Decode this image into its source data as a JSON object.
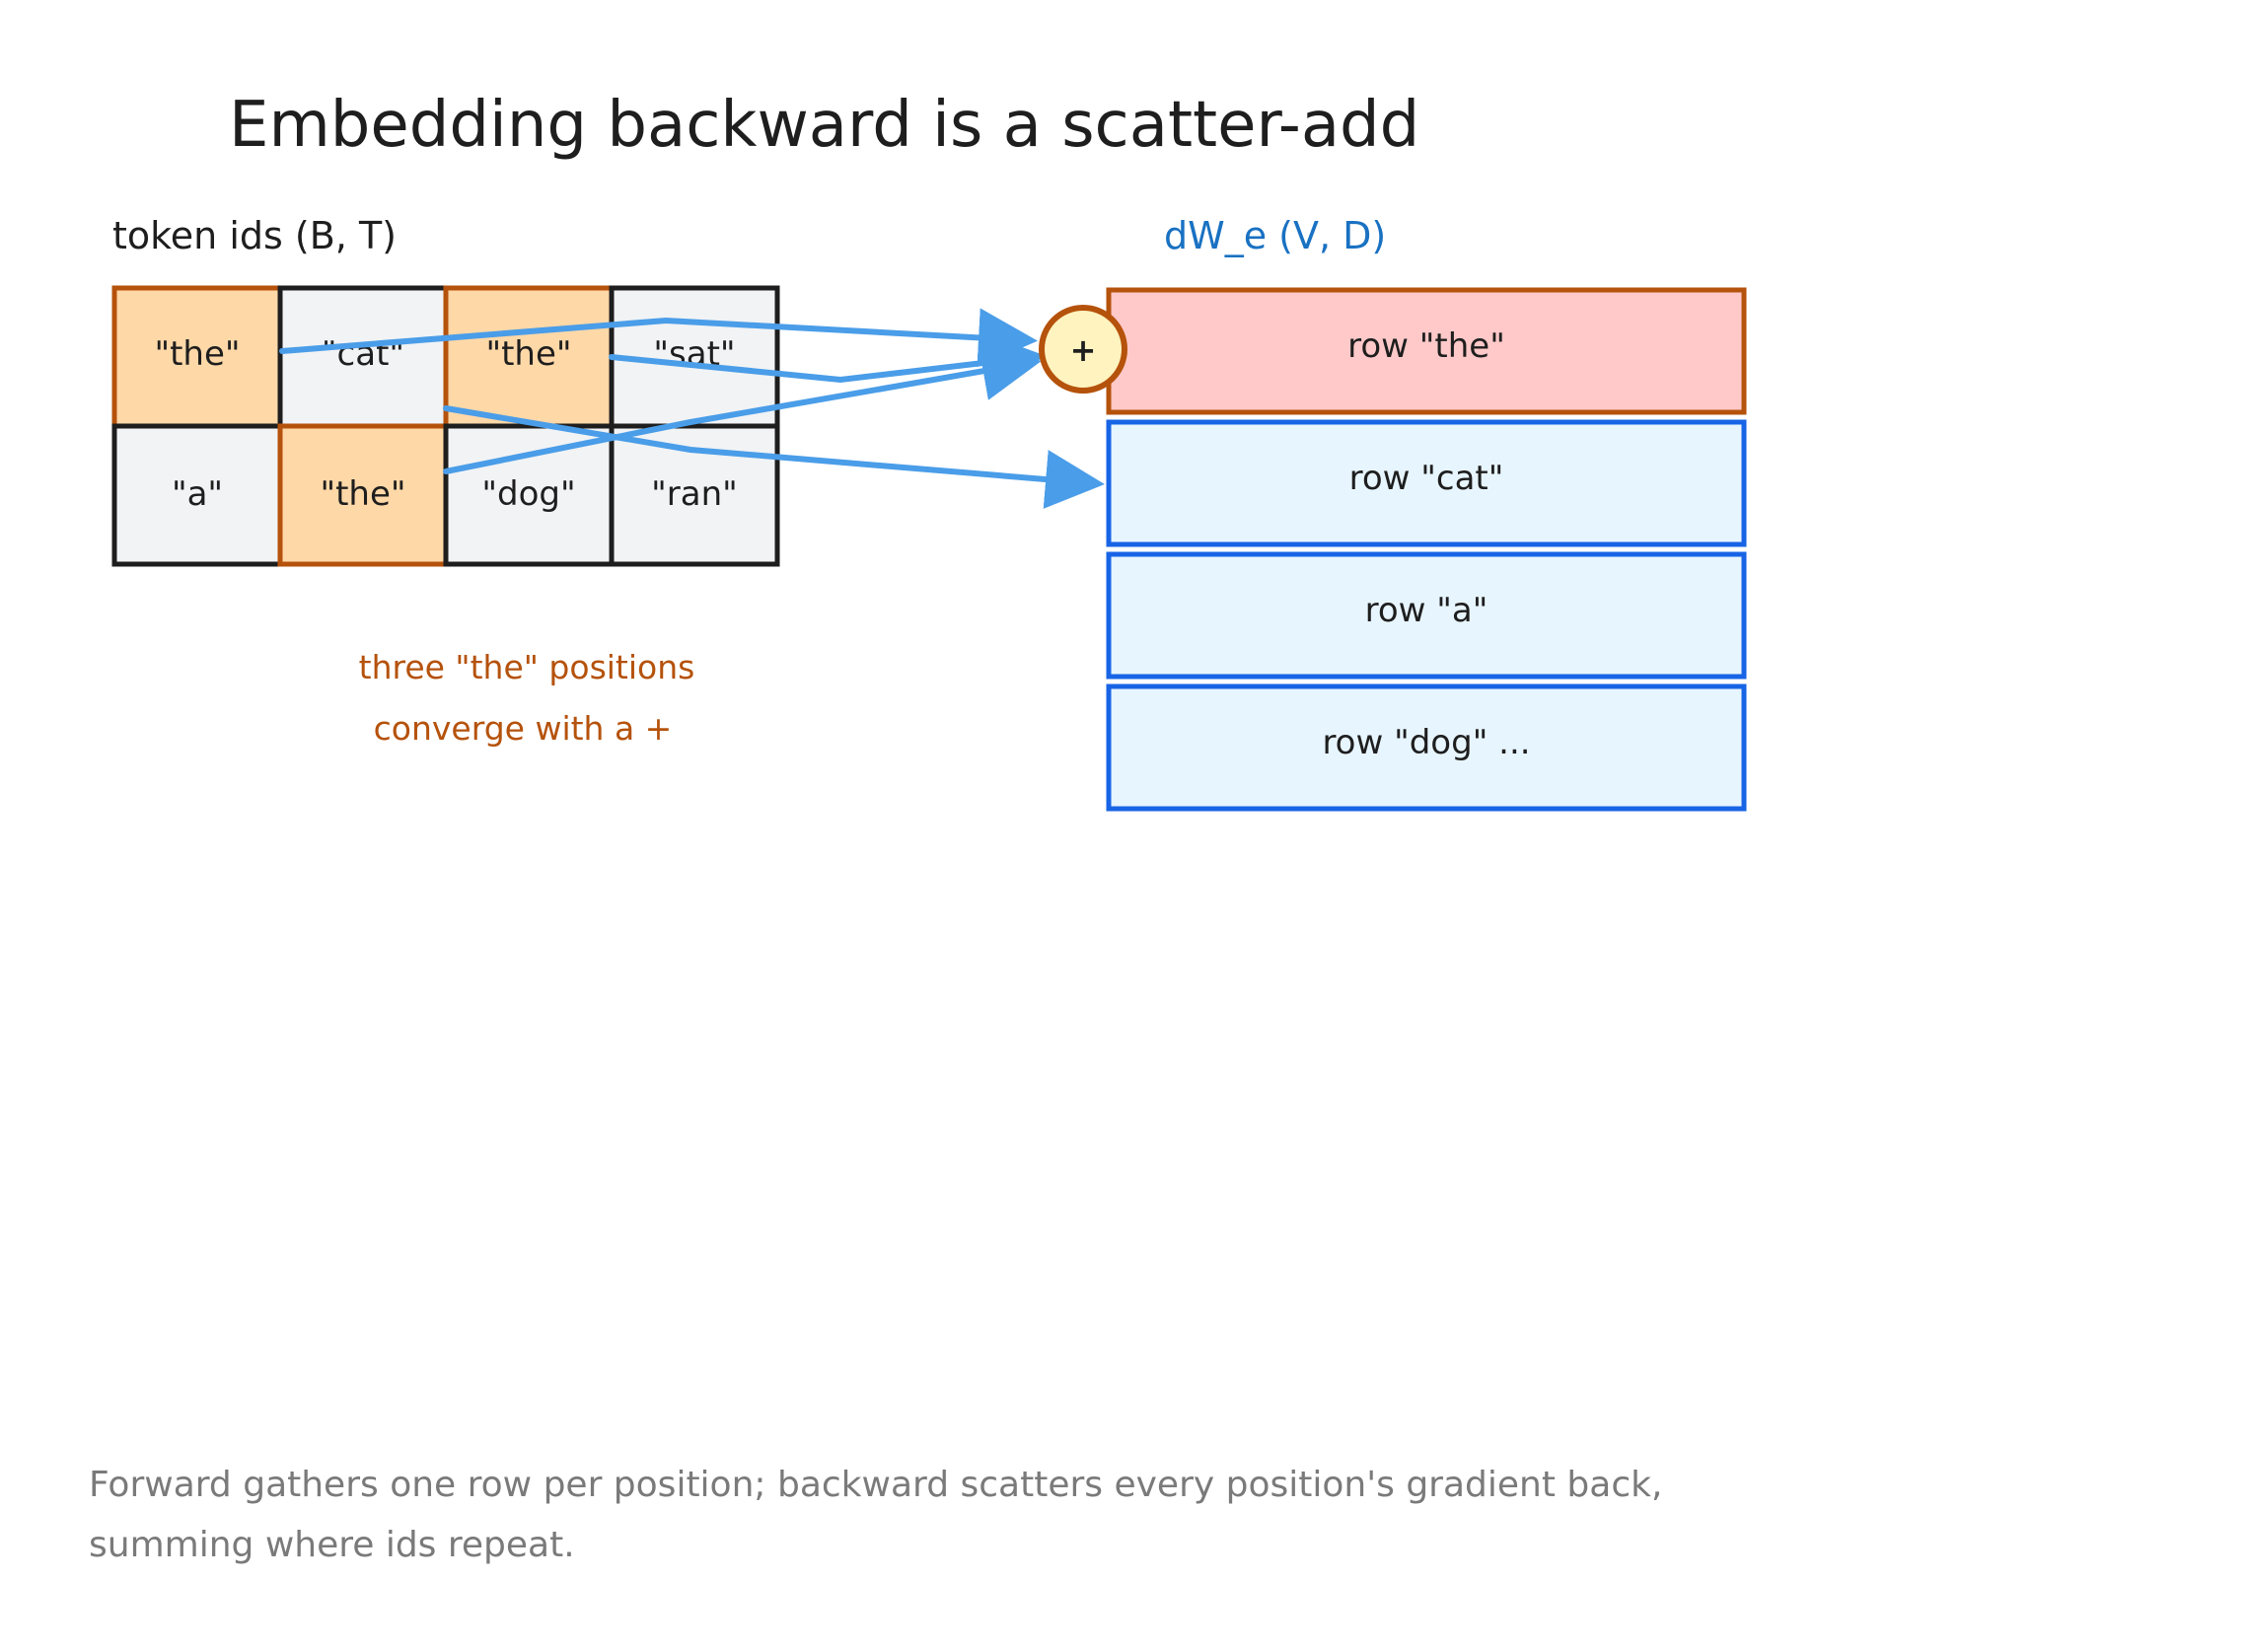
{
  "title": "Embedding backward is a scatter-add",
  "token_grid": {
    "label": "token ids (B, T)",
    "rows": [
      [
        "\"the\"",
        "\"cat\"",
        "\"the\"",
        "\"sat\""
      ],
      [
        "\"a\"",
        "\"the\"",
        "\"dog\"",
        "\"ran\""
      ]
    ],
    "highlighted": [
      [
        true,
        false,
        true,
        false
      ],
      [
        false,
        true,
        false,
        false
      ]
    ]
  },
  "gradient_table": {
    "label": "dW_e (V, D)",
    "rows": [
      "row \"the\"",
      "row \"cat\"",
      "row \"a\"",
      "row \"dog\" ..."
    ]
  },
  "accumulator": {
    "symbol": "+"
  },
  "note": {
    "line1": "three \"the\" positions",
    "line2": "converge with a +"
  },
  "caption": {
    "line1": "Forward gathers one row per position; backward scatters every position's gradient back,",
    "line2": "summing where ids repeat."
  },
  "colors": {
    "highlight_fill": "#ffd8a8",
    "highlight_stroke": "#b5520b",
    "plain_fill": "#f1f3f5",
    "plain_stroke": "#1e1e1e",
    "row_the_fill": "#ffc9c9",
    "row_fill": "#e7f5ff",
    "row_stroke": "#1864e6",
    "arrow": "#4a9de8",
    "plus_fill": "#fff3bf"
  }
}
